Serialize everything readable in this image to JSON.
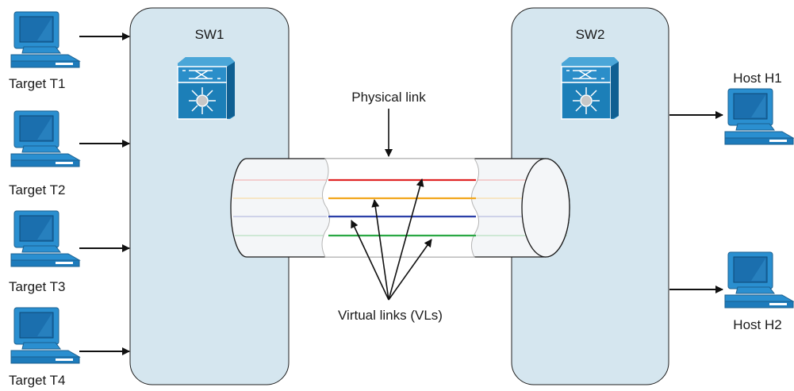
{
  "switches": [
    {
      "id": "sw1",
      "label": "SW1"
    },
    {
      "id": "sw2",
      "label": "SW2"
    }
  ],
  "targets": [
    {
      "label": "Target T1"
    },
    {
      "label": "Target T2"
    },
    {
      "label": "Target T3"
    },
    {
      "label": "Target T4"
    }
  ],
  "hosts": [
    {
      "label": "Host H1"
    },
    {
      "label": "Host H2"
    }
  ],
  "physical_link": {
    "label": "Physical link"
  },
  "virtual_links": {
    "label": "Virtual links (VLs)",
    "colors": [
      "#e02626",
      "#f2a71e",
      "#2b3fa8",
      "#2aa844"
    ]
  },
  "colors": {
    "switch_panel": "#d5e6ef",
    "switch_icon": "#1c7fb8",
    "computer_blue": "#2a8fd0"
  },
  "icons": [
    "computer-icon",
    "switch-icon"
  ]
}
